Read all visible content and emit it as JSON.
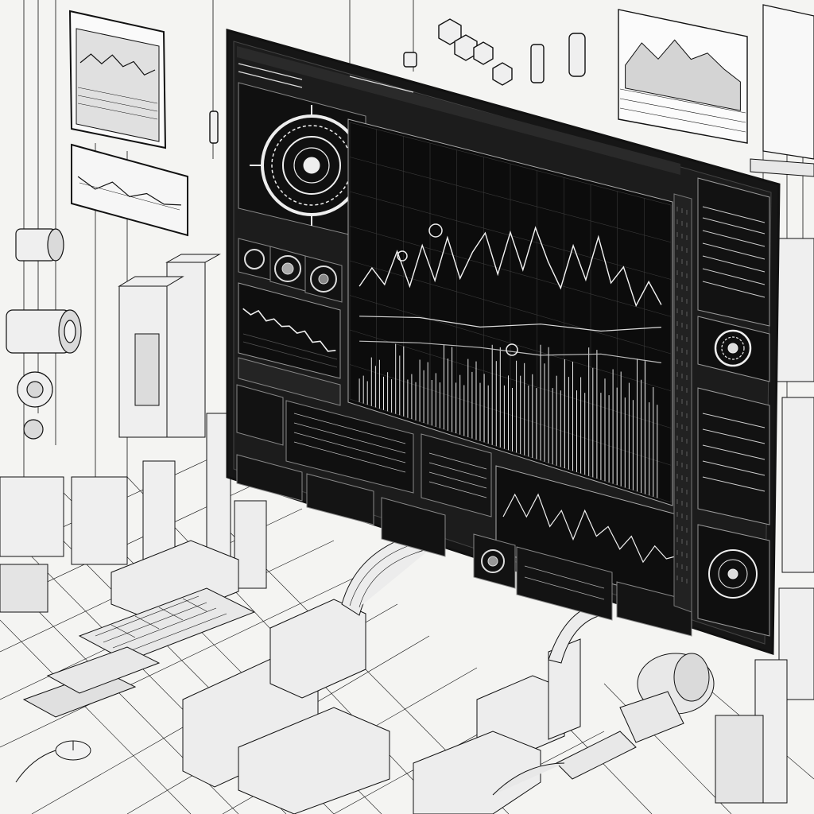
{
  "scene": {
    "kind": "pen-and-ink illustration of a large trading dashboard screen above an isometric circuit-board city",
    "colors": {
      "paper": "#f4f4f2",
      "ink": "#111111",
      "screen": "#141414",
      "panel": "#1d1d1d",
      "trace": "#e9e9e9",
      "fill_light": "#e6e6e6"
    }
  },
  "main_chart": {
    "upper_trace": [
      0.3,
      0.42,
      0.35,
      0.55,
      0.38,
      0.62,
      0.45,
      0.7,
      0.5,
      0.66,
      0.78,
      0.58,
      0.82,
      0.64,
      0.88,
      0.72,
      0.6,
      0.84,
      0.68,
      0.92,
      0.7,
      0.8,
      0.62,
      0.76,
      0.66
    ],
    "lower_bars": [
      0.2,
      0.35,
      0.28,
      0.5,
      0.32,
      0.44,
      0.38,
      0.6,
      0.42,
      0.55,
      0.48,
      0.7,
      0.52,
      0.64,
      0.58,
      0.8,
      0.62,
      0.75,
      0.66,
      0.88,
      0.7,
      0.78,
      0.72,
      0.9,
      0.74
    ],
    "trend_lines": [
      [
        0.35,
        0.45,
        0.5,
        0.62,
        0.68,
        0.8
      ],
      [
        0.2,
        0.3,
        0.38,
        0.44,
        0.55,
        0.6
      ]
    ]
  },
  "left_chart": {
    "trace": [
      0.7,
      0.62,
      0.74,
      0.58,
      0.66,
      0.55,
      0.6,
      0.5,
      0.58,
      0.4,
      0.46,
      0.3,
      0.36
    ]
  },
  "bottom_chart": {
    "trace": [
      0.4,
      0.8,
      0.5,
      0.9,
      0.45,
      0.75,
      0.35,
      0.85,
      0.5,
      0.7,
      0.4,
      0.65,
      0.3,
      0.6,
      0.45,
      0.55
    ]
  },
  "hanging_charts": {
    "left_top": [
      0.3,
      0.6,
      0.4,
      0.7,
      0.45,
      0.65,
      0.35,
      0.55
    ],
    "left_mid": [
      0.5,
      0.3,
      0.6,
      0.35,
      0.55,
      0.4,
      0.5
    ],
    "right_top": [
      0.3,
      0.7,
      0.5,
      0.85,
      0.6,
      0.75,
      0.55,
      0.4
    ]
  },
  "icons": {
    "gauge_top_left": "concentric-ring-gauge",
    "gauge_right": "concentric-ring-gauge",
    "gauge_bottom_right": "ring-dial",
    "knobs": [
      "round-knob",
      "round-knob",
      "round-knob"
    ],
    "cable": "ribbed-cable",
    "keyboard": "keyboard",
    "mouse": "computer-mouse",
    "robot_arm": "mechanical-arm"
  }
}
